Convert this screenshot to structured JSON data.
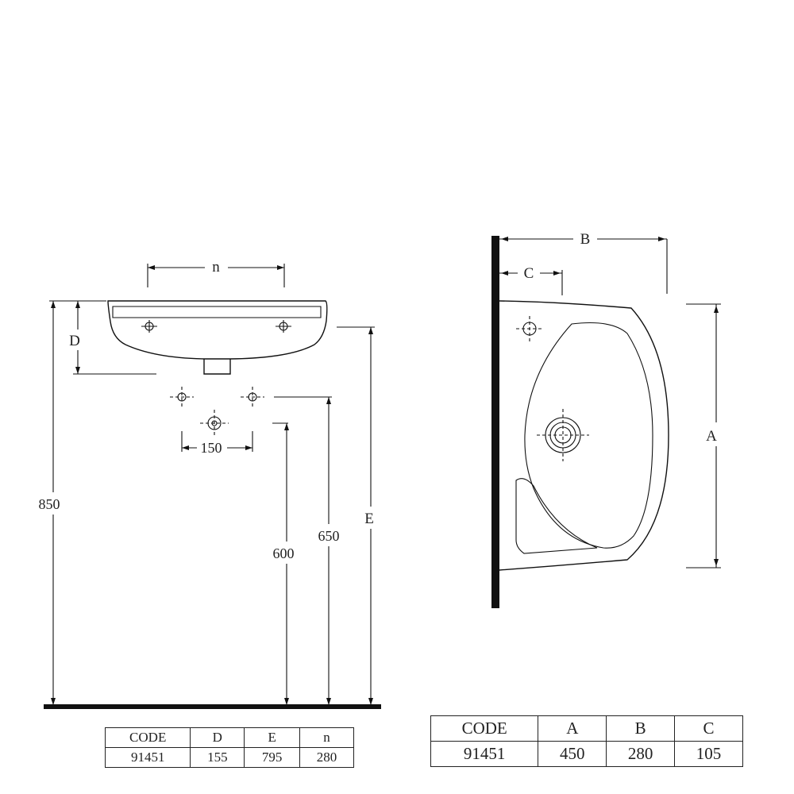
{
  "front_view": {
    "dims": {
      "n": "n",
      "D": "D",
      "spacing_150": "150",
      "h_850": "850",
      "h_600": "600",
      "h_650": "650",
      "E": "E"
    }
  },
  "side_view": {
    "dims": {
      "B": "B",
      "C": "C",
      "A": "A"
    }
  },
  "table_left": {
    "headers": [
      "CODE",
      "D",
      "E",
      "n"
    ],
    "row": [
      "91451",
      "155",
      "795",
      "280"
    ]
  },
  "table_right": {
    "headers": [
      "CODE",
      "A",
      "B",
      "C"
    ],
    "row": [
      "91451",
      "450",
      "280",
      "105"
    ]
  }
}
